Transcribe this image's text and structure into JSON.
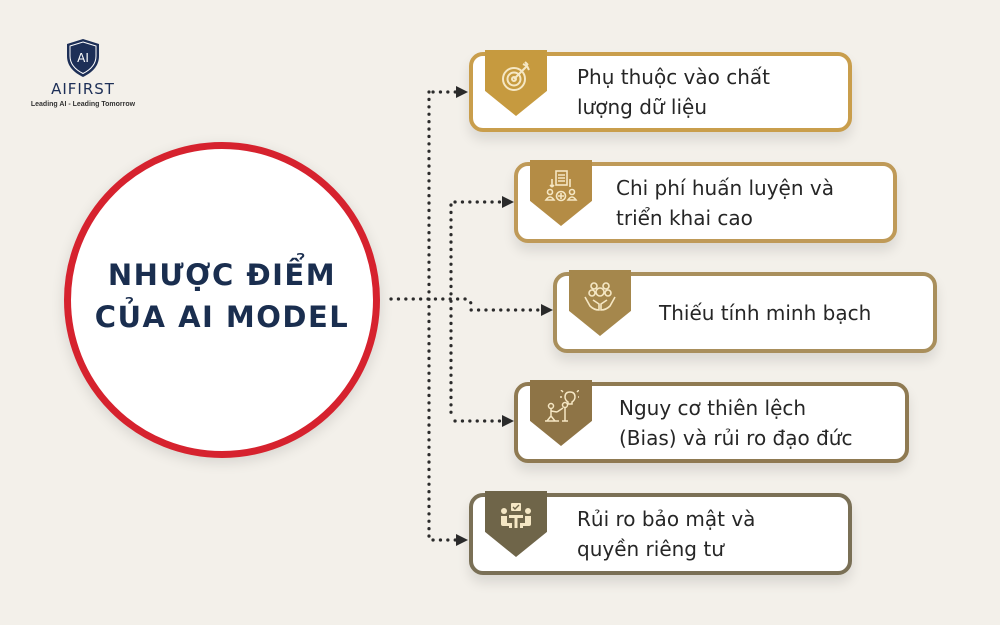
{
  "logo": {
    "icon_text": "AI",
    "name": "AIFIRST",
    "tagline": "Leading AI - Leading Tomorrow",
    "color": "#1d2f57"
  },
  "center": {
    "title_line1": "NHƯỢC ĐIỂM",
    "title_line2": "CỦA AI MODEL",
    "border_color": "#d6222e",
    "text_color": "#1a2e4f"
  },
  "items": [
    {
      "label_line1": "Phụ thuộc vào chất",
      "label_line2": "lượng dữ liệu",
      "icon": "target-icon",
      "color": "#c69a3f"
    },
    {
      "label_line1": "Chi phí huấn luyện và",
      "label_line2": "triển khai cao",
      "icon": "workflow-document-icon",
      "color": "#b48c45"
    },
    {
      "label_line1": "Thiếu tính minh bạch",
      "label_line2": "",
      "icon": "community-hands-icon",
      "color": "#a5874c"
    },
    {
      "label_line1": "Nguy cơ thiên lệch",
      "label_line2": "(Bias) và rủi ro đạo đức",
      "icon": "mentoring-idea-icon",
      "color": "#8e7446"
    },
    {
      "label_line1": "Rủi ro bảo mật và",
      "label_line2": "quyền riêng tư",
      "icon": "meeting-people-icon",
      "color": "#6f6549"
    }
  ]
}
